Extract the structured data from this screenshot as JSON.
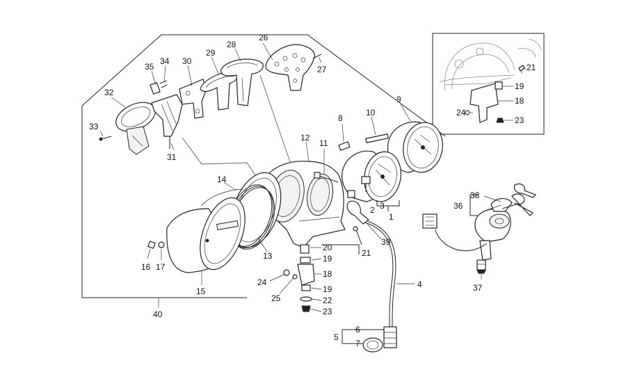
{
  "callouts": {
    "c1": "1",
    "c2": "2",
    "c3": "3",
    "c4": "4",
    "c5": "5",
    "c6": "6",
    "c7": "7",
    "c8": "8",
    "c9": "9",
    "c10": "10",
    "c11": "11",
    "c12": "12",
    "c13": "13",
    "c14": "14",
    "c15": "15",
    "c16": "16",
    "c17": "17",
    "c18": "18",
    "c19": "19",
    "c20": "20",
    "c21": "21",
    "c22": "22",
    "c23": "23",
    "c24": "24",
    "c25": "25",
    "c26": "26",
    "c27": "27",
    "c28": "28",
    "c29": "29",
    "c30": "30",
    "c31": "31",
    "c32": "32",
    "c33": "33",
    "c34": "34",
    "c35": "35",
    "c36": "36",
    "c37": "37",
    "c38": "38",
    "c39": "39",
    "c40": "40"
  },
  "inset": {
    "c21": "21",
    "c19": "19",
    "c18": "18",
    "c24": "24",
    "c23": "23"
  }
}
